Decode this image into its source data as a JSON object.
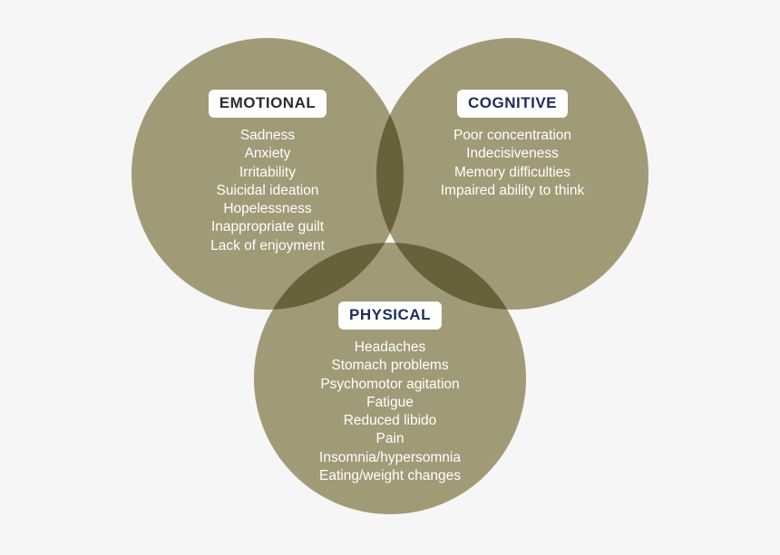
{
  "page": {
    "background_color": "#f5f6f5",
    "description": "Venn diagram of depression symptom categories"
  },
  "venn": {
    "circle_color": "#a7a07c",
    "single_circle_rendered_color": "#a09a78",
    "pairwise_overlap_rendered_color": "#6b6644",
    "overlap_effect": "multiply",
    "item_text_color": "#ffffff",
    "label_chip_background": "#ffffff",
    "circles": [
      {
        "id": "emotional",
        "label": "EMOTIONAL",
        "label_color": "#2e2e2e",
        "items": [
          "Sadness",
          "Anxiety",
          "Irritability",
          "Suicidal ideation",
          "Hopelessness",
          "Inappropriate guilt",
          "Lack of enjoyment"
        ]
      },
      {
        "id": "cognitive",
        "label": "COGNITIVE",
        "label_color": "#1e2b5b",
        "items": [
          "Poor concentration",
          "Indecisiveness",
          "Memory difficulties",
          "Impaired ability to think"
        ]
      },
      {
        "id": "physical",
        "label": "PHYSICAL",
        "label_color": "#1e2b5b",
        "items": [
          "Headaches",
          "Stomach problems",
          "Psychomotor agitation",
          "Fatigue",
          "Reduced libido",
          "Pain",
          "Insomnia/hypersomnia",
          "Eating/weight changes"
        ]
      }
    ]
  }
}
